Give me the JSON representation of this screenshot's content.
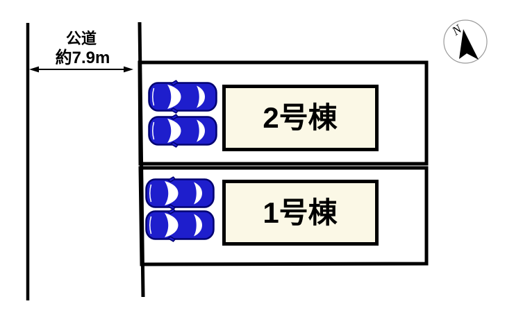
{
  "diagram": {
    "type": "real-estate-site-plan",
    "road": {
      "name": "公道",
      "width": "約7.9m"
    },
    "compass": {
      "north": "N"
    },
    "plots": [
      {
        "building": "2号棟",
        "parked_cars": 2
      },
      {
        "building": "1号棟",
        "parked_cars": 2
      }
    ],
    "colors": {
      "line": "#000000",
      "car_body": "#1e1ecc",
      "car_outline": "#000070",
      "building_fill": "#fbf8e6",
      "building_border": "#000000",
      "compass_ring": "#9a9a9a"
    }
  }
}
